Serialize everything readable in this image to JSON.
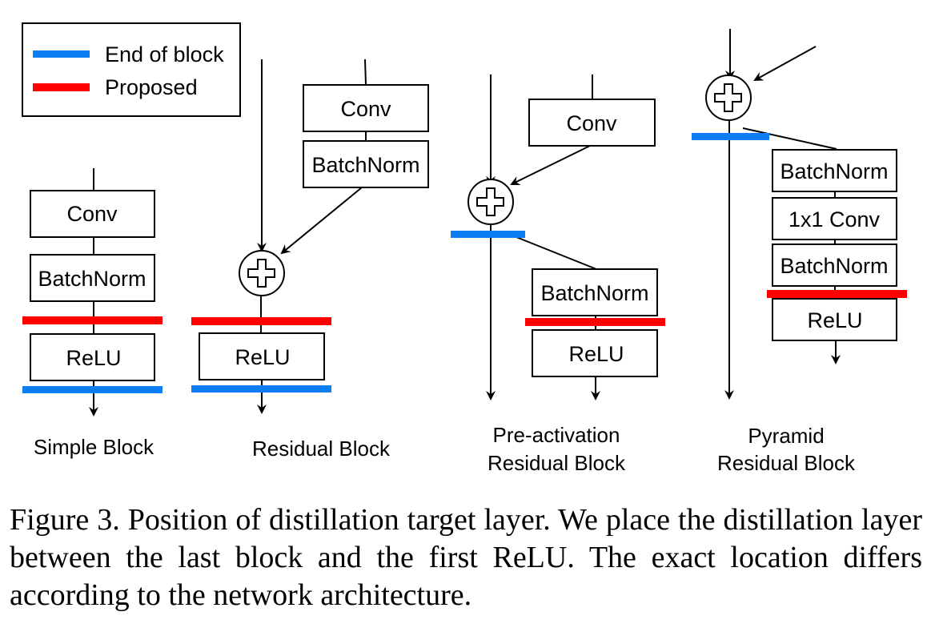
{
  "colors": {
    "end_of_block": "#0a7ef2",
    "proposed": "#fe0000",
    "ink": "#000000"
  },
  "legend": {
    "items": [
      {
        "key": "end_of_block",
        "label": "End of block"
      },
      {
        "key": "proposed",
        "label": "Proposed"
      }
    ]
  },
  "blocks": [
    {
      "id": "simple",
      "title_lines": [
        "Simple Block"
      ],
      "layers": [
        "Conv",
        "BatchNorm",
        "ReLU"
      ]
    },
    {
      "id": "residual",
      "title_lines": [
        "Residual Block"
      ],
      "branch_layers": [
        "Conv",
        "BatchNorm"
      ],
      "add_symbol": "plus-circle",
      "post_layers": [
        "ReLU"
      ]
    },
    {
      "id": "preact",
      "title_lines": [
        "Pre-activation",
        "Residual Block"
      ],
      "branch_layers": [
        "Conv"
      ],
      "add_symbol": "plus-circle",
      "post_layers": [
        "BatchNorm",
        "ReLU"
      ]
    },
    {
      "id": "pyramid",
      "title_lines": [
        "Pyramid",
        "Residual Block"
      ],
      "add_symbol": "plus-circle",
      "post_layers": [
        "BatchNorm",
        "1x1 Conv",
        "BatchNorm",
        "ReLU"
      ]
    }
  ],
  "caption": "Figure 3. Position of distillation target layer. We place the distillation layer between the last block and the first ReLU. The exact location differs according to the network architecture."
}
